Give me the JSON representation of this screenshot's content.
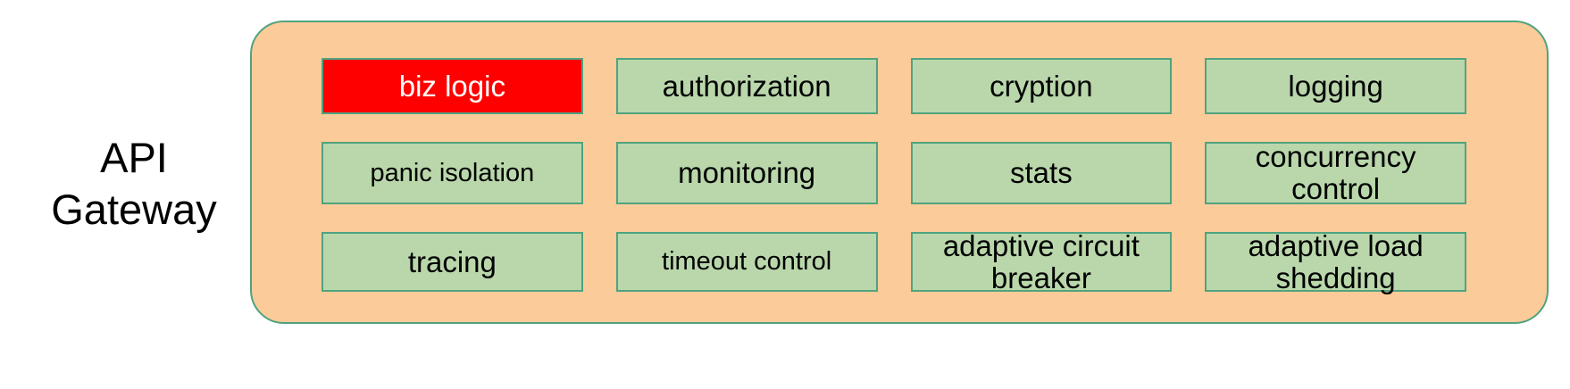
{
  "left_label": {
    "text": "API\nGateway"
  },
  "container": {
    "name": "api-gateway-container",
    "fill_color": "#FCCB9A",
    "border_color": "#4FA37F"
  },
  "colors": {
    "box_fill": "#B9D7AB",
    "box_border": "#4FA37F",
    "highlight_fill": "#FF0000",
    "highlight_text": "#FFFFFF",
    "text": "#000000",
    "page_background": "#FFFFFF"
  },
  "features": [
    {
      "id": "biz-logic",
      "label": "biz logic",
      "highlight": true,
      "small": false
    },
    {
      "id": "authorization",
      "label": "authorization",
      "highlight": false,
      "small": false
    },
    {
      "id": "cryption",
      "label": "cryption",
      "highlight": false,
      "small": false
    },
    {
      "id": "logging",
      "label": "logging",
      "highlight": false,
      "small": false
    },
    {
      "id": "panic-isolation",
      "label": "panic isolation",
      "highlight": false,
      "small": true
    },
    {
      "id": "monitoring",
      "label": "monitoring",
      "highlight": false,
      "small": false
    },
    {
      "id": "stats",
      "label": "stats",
      "highlight": false,
      "small": false
    },
    {
      "id": "concurrency-control",
      "label": "concurrency\ncontrol",
      "highlight": false,
      "small": false
    },
    {
      "id": "tracing",
      "label": "tracing",
      "highlight": false,
      "small": false
    },
    {
      "id": "timeout-control",
      "label": "timeout control",
      "highlight": false,
      "small": true
    },
    {
      "id": "adaptive-circuit-breaker",
      "label": "adaptive circuit\nbreaker",
      "highlight": false,
      "small": false
    },
    {
      "id": "adaptive-load-shedding",
      "label": "adaptive load\nshedding",
      "highlight": false,
      "small": false
    }
  ]
}
